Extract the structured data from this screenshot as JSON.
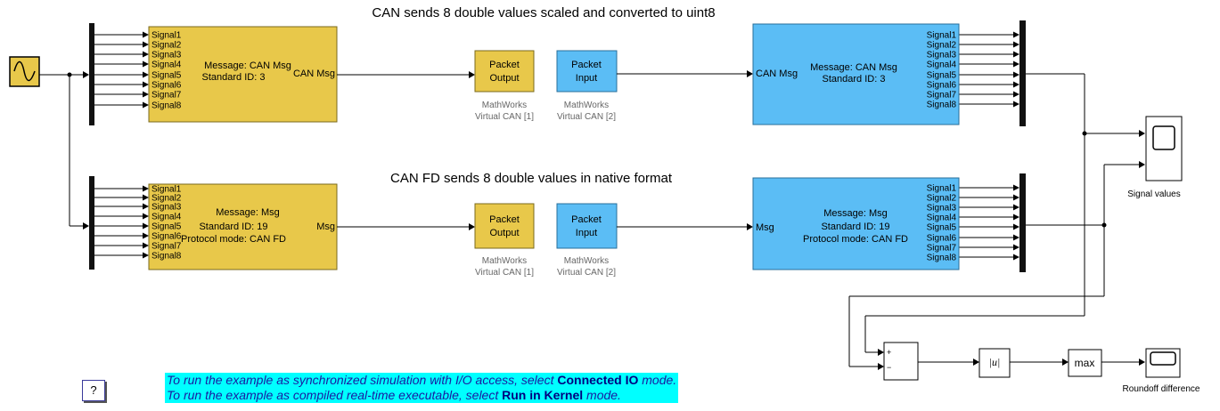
{
  "titles": {
    "can": "CAN sends 8 double values scaled and converted to uint8",
    "canfd": "CAN FD sends 8 double values in native format"
  },
  "signal_labels": [
    "Signal1",
    "Signal2",
    "Signal3",
    "Signal4",
    "Signal5",
    "Signal6",
    "Signal7",
    "Signal8"
  ],
  "can_pack": {
    "line1": "Message: CAN Msg",
    "line2": "Standard ID: 3",
    "out_port": "CAN Msg"
  },
  "can_unpack": {
    "in_port": "CAN Msg",
    "line1": "Message: CAN Msg",
    "line2": "Standard ID: 3"
  },
  "canfd_pack": {
    "line1": "Message: Msg",
    "line2": "Standard ID: 19",
    "line3": "Protocol mode: CAN FD",
    "out_port": "Msg"
  },
  "canfd_unpack": {
    "in_port": "Msg",
    "line1": "Message: Msg",
    "line2": "Standard ID: 19",
    "line3": "Protocol mode: CAN FD"
  },
  "packet_output": {
    "line1": "Packet",
    "line2": "Output",
    "cap1": "MathWorks",
    "cap2": "Virtual CAN [1]"
  },
  "packet_input": {
    "line1": "Packet",
    "line2": "Input",
    "cap1": "MathWorks",
    "cap2": "Virtual CAN [2]"
  },
  "scope1_label": "Signal values",
  "scope2_label": "Roundoff difference",
  "abs_label": "|u|",
  "max_label": "max",
  "sum_signs": [
    "+",
    "−"
  ],
  "help_label": "?",
  "note": {
    "line1_pre": "To run the example as synchronized simulation with I/O access, select ",
    "line1_bold": "Connected IO",
    "line1_post": " mode.",
    "line2_pre": "To run the example as compiled real-time executable, select ",
    "line2_bold": "Run in Kernel",
    "line2_post": " mode."
  },
  "colors": {
    "yellow_block": "#e8c84a",
    "blue_block": "#5bbdf5",
    "note_bg": "#00ffff"
  }
}
